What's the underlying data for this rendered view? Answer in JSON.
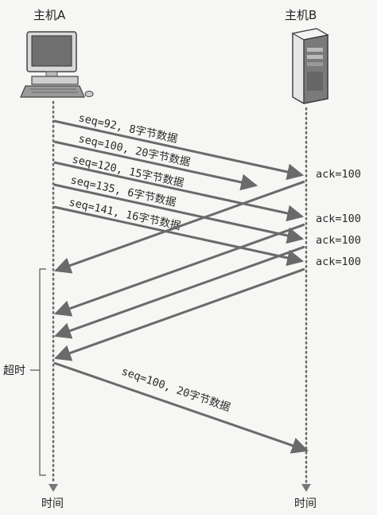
{
  "hosts": {
    "a_label": "主机A",
    "b_label": "主机B"
  },
  "time_label_a": "时间",
  "time_label_b": "时间",
  "timeout_label": "超时",
  "segments": [
    {
      "text": "seq=92, 8字节数据"
    },
    {
      "text": "seq=100, 20字节数据"
    },
    {
      "text": "seq=120, 15字节数据"
    },
    {
      "text": "seq=135, 6字节数据"
    },
    {
      "text": "seq=141, 16字节数据"
    },
    {
      "text": "seq=100, 20字节数据"
    }
  ],
  "acks": [
    {
      "text": "ack=100"
    },
    {
      "text": "ack=100"
    },
    {
      "text": "ack=100"
    },
    {
      "text": "ack=100"
    }
  ],
  "colors": {
    "arrow": "#6a6a6a",
    "timeline": "#6a6a6a",
    "text": "#222222"
  },
  "icons": {
    "host_a": "desktop-computer-icon",
    "host_b": "server-tower-icon"
  }
}
